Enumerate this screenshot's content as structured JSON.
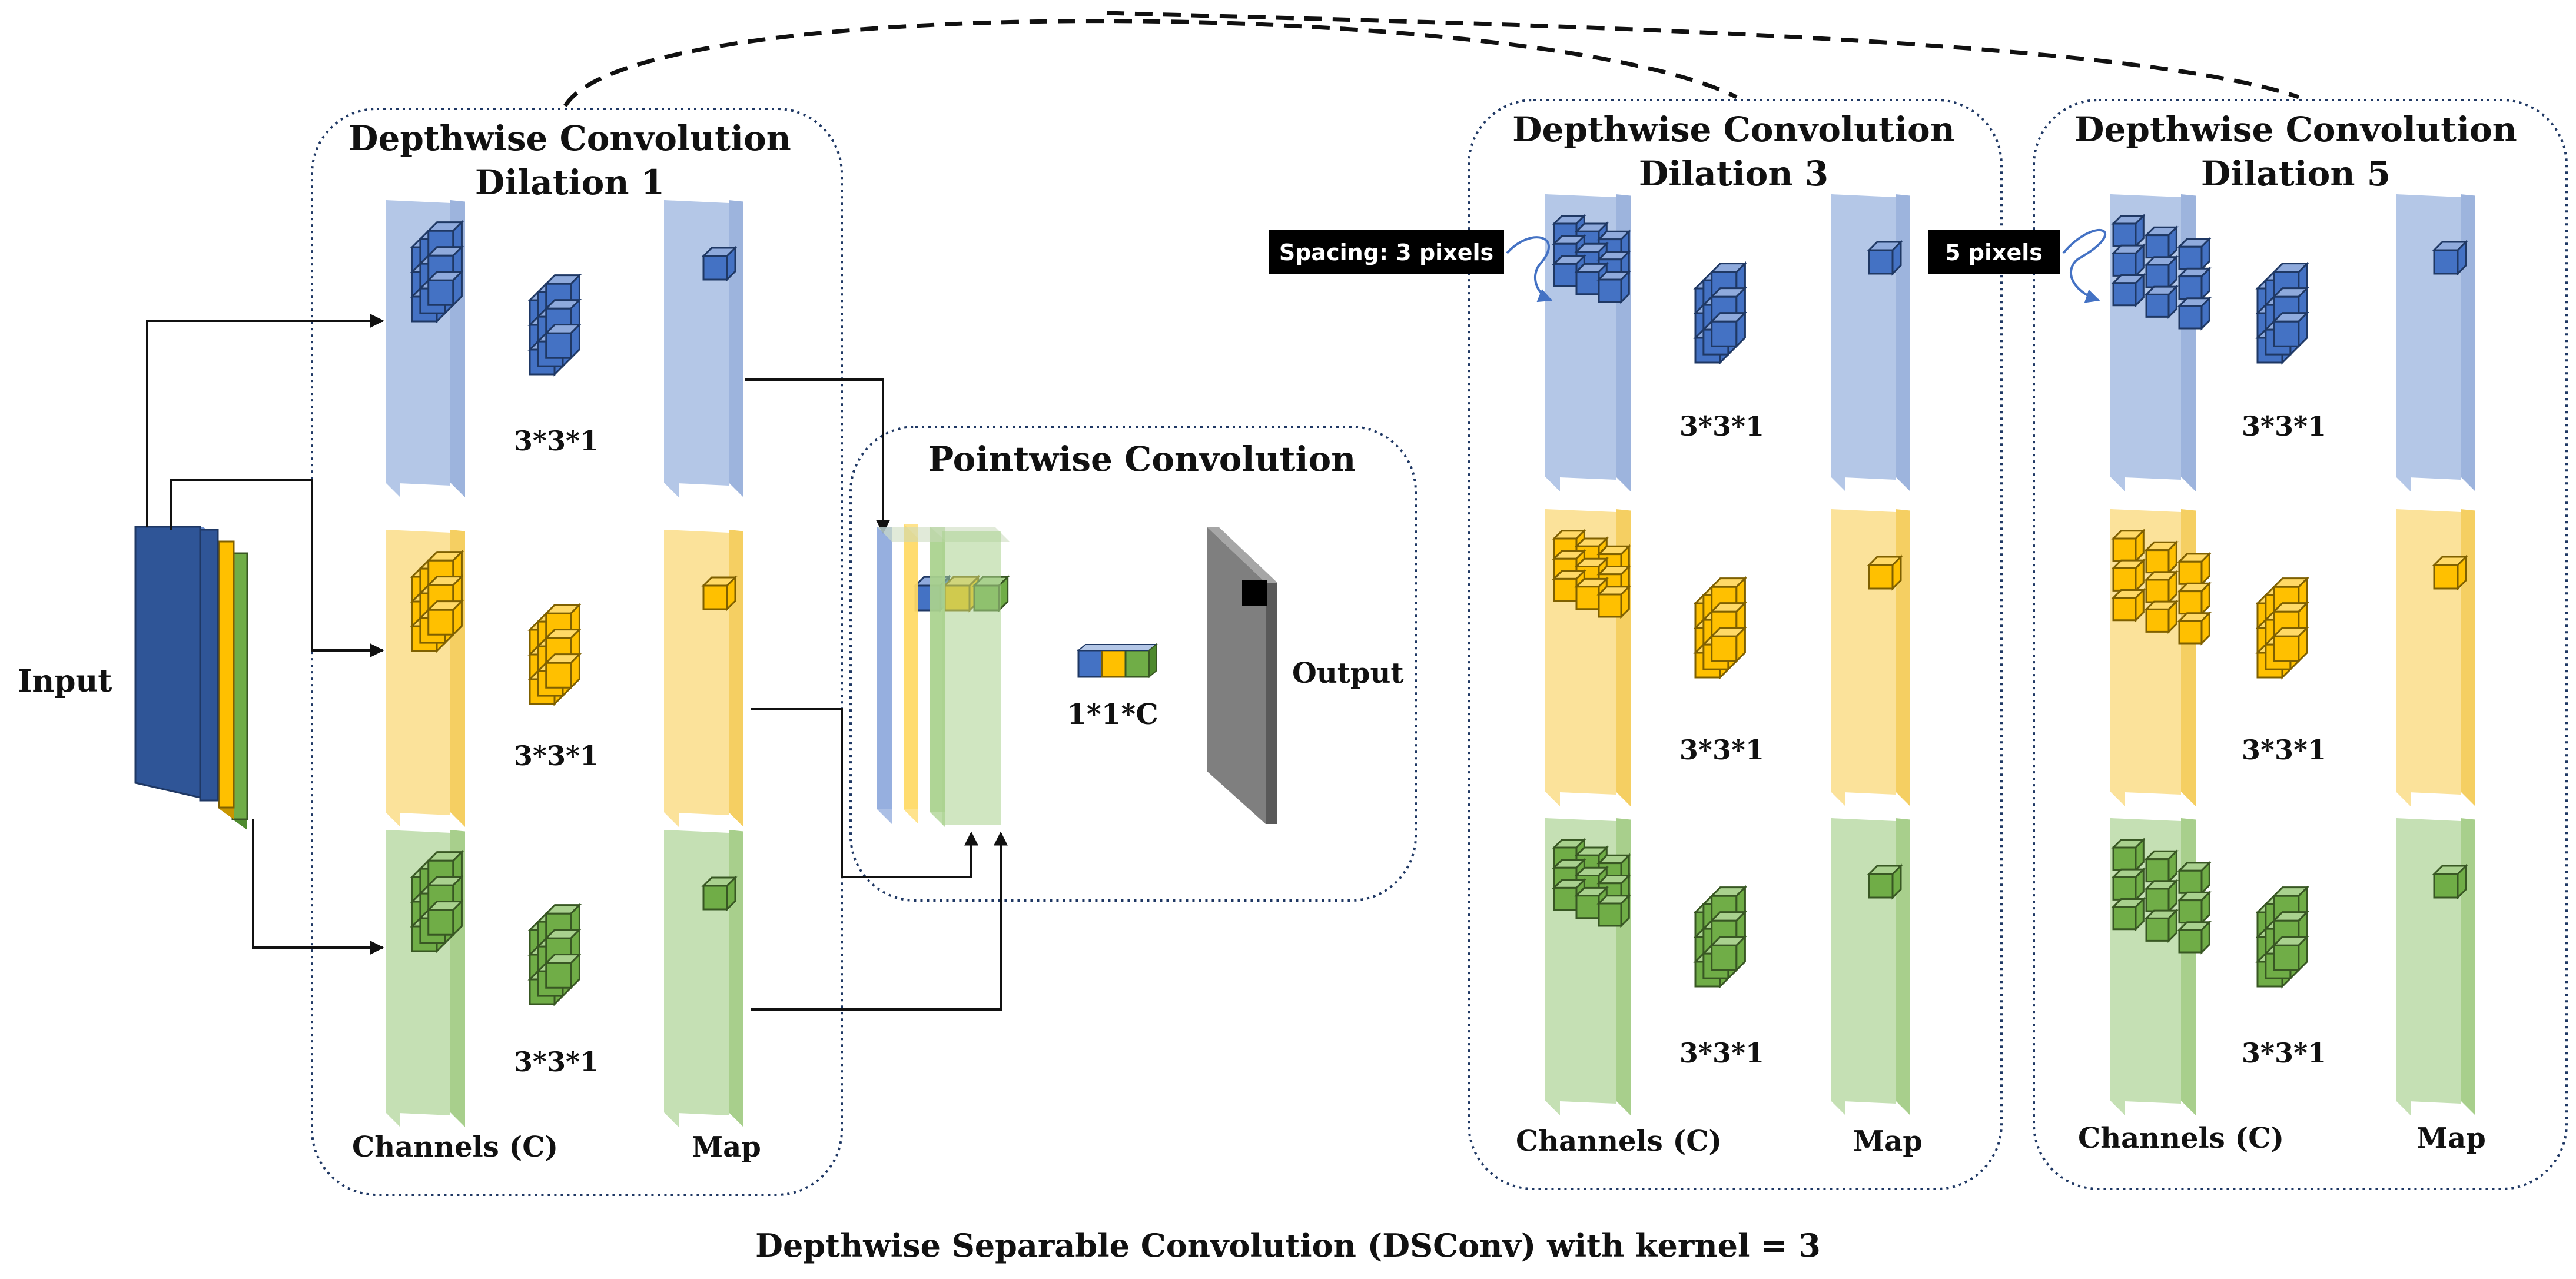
{
  "input_label": "Input",
  "output_label": "Output",
  "caption": "Depthwise Separable Convolution (DSConv) with kernel = 3",
  "panel_dilation1": {
    "title_line1": "Depthwise Convolution",
    "title_line2": "Dilation 1",
    "kernel_labels": [
      "3*3*1",
      "3*3*1",
      "3*3*1"
    ],
    "channels_label": "Channels  (C)",
    "map_label": "Map"
  },
  "panel_pointwise": {
    "title": "Pointwise Convolution",
    "kernel_label": "1*1*C"
  },
  "panel_dilation3": {
    "title_line1": "Depthwise Convolution",
    "title_line2": "Dilation 3",
    "callout": "Spacing: 3 pixels",
    "kernel_labels": [
      "3*3*1",
      "3*3*1",
      "3*3*1"
    ],
    "channels_label": "Channels  (C)",
    "map_label": "Map"
  },
  "panel_dilation5": {
    "title_line1": "Depthwise Convolution",
    "title_line2": "Dilation 5",
    "callout": "5 pixels",
    "kernel_labels": [
      "3*3*1",
      "3*3*1",
      "3*3*1"
    ],
    "channels_label": "Channels  (C)",
    "map_label": "Map"
  },
  "colors": {
    "blue": "#4472c4",
    "orange": "#ffc000",
    "green": "#70ad47",
    "gray": "#7f7f7f",
    "panel_border": "#1f3864"
  }
}
